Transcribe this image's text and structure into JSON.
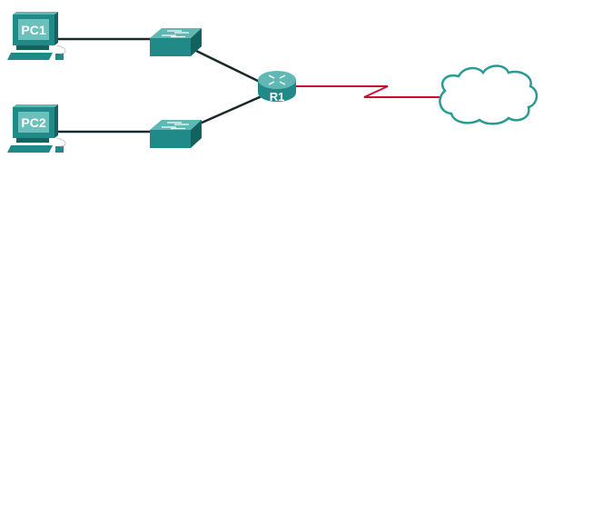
{
  "devices": {
    "pc1": {
      "label": "PC1"
    },
    "pc2": {
      "label": "PC2"
    },
    "router": {
      "label": "R1"
    }
  },
  "colors": {
    "device": "#1f8a87",
    "device_dark": "#14615f",
    "device_light": "#5fb8b3",
    "ethernet_link": "#1a2a2a",
    "serial_link": "#c8102e",
    "cloud_stroke": "#2a9a94"
  }
}
